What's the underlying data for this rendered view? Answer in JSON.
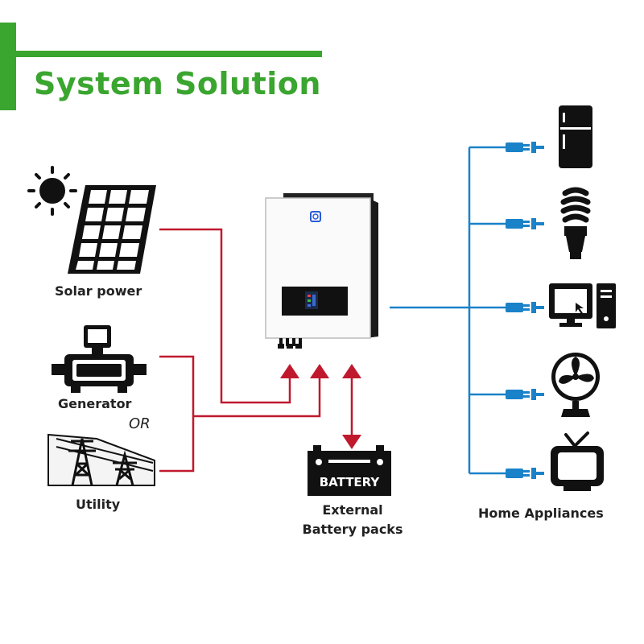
{
  "title": "System Solution",
  "sources": {
    "solar_label": "Solar power",
    "generator_label": "Generator",
    "or_label": "OR",
    "utility_label": "Utility"
  },
  "battery": {
    "plate_text": "BATTERY",
    "label_line1": "External",
    "label_line2": "Battery packs"
  },
  "appliances": {
    "label": "Home Appliances",
    "items": [
      "refrigerator-icon",
      "light-bulb-icon",
      "computer-icon",
      "fan-icon",
      "tv-icon"
    ]
  },
  "colors": {
    "brand_green": "#3aa52f",
    "input_line": "#c0192e",
    "output_line": "#1a82c8",
    "icon_black": "#111111"
  }
}
